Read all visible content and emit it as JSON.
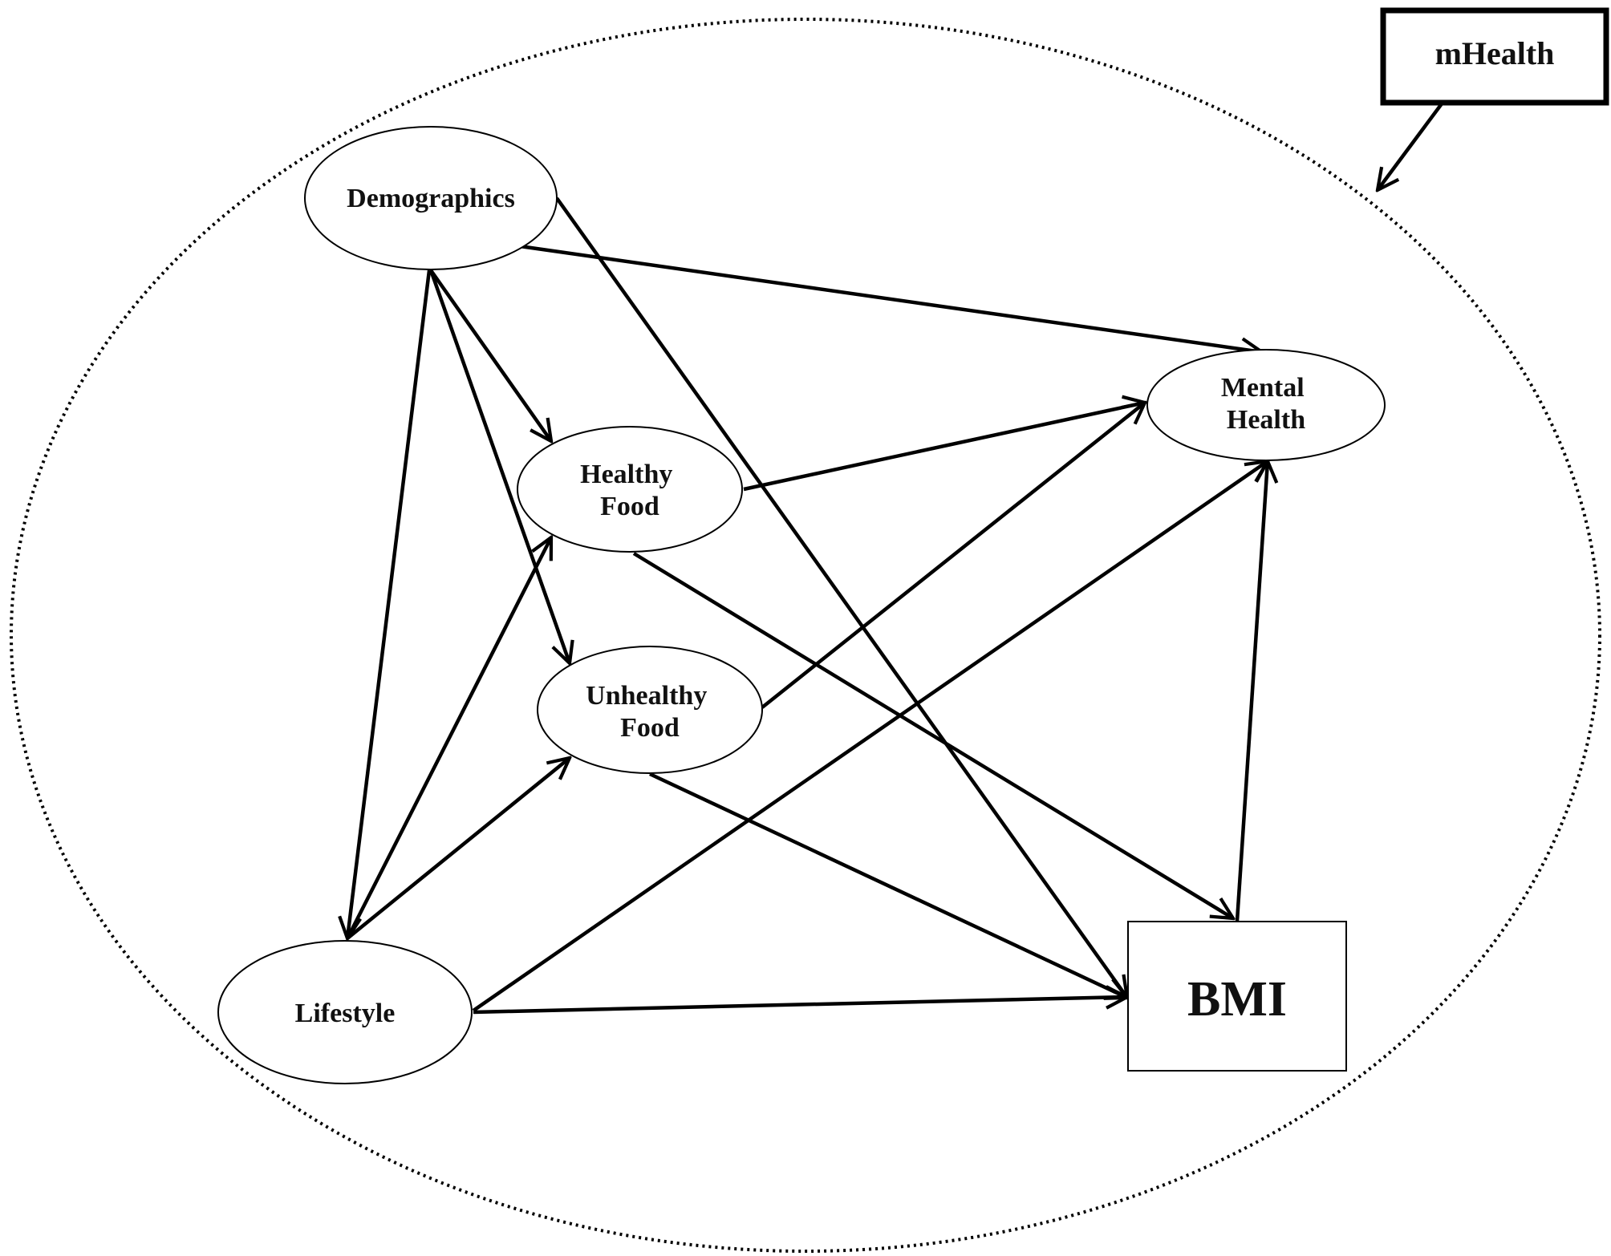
{
  "diagram": {
    "boundary_label": "mHealth",
    "nodes": {
      "demographics": {
        "lines": [
          "Demographics"
        ]
      },
      "healthy_food": {
        "lines": [
          "Healthy",
          "Food"
        ]
      },
      "unhealthy_food": {
        "lines": [
          "Unhealthy",
          "Food"
        ]
      },
      "mental_health": {
        "lines": [
          "Mental",
          "Health"
        ]
      },
      "lifestyle": {
        "lines": [
          "Lifestyle"
        ]
      },
      "bmi": {
        "lines": [
          "BMI"
        ]
      }
    },
    "edges": [
      {
        "from": "Demographics",
        "to": "Healthy Food"
      },
      {
        "from": "Demographics",
        "to": "Unhealthy Food"
      },
      {
        "from": "Demographics",
        "to": "Lifestyle"
      },
      {
        "from": "Demographics",
        "to": "Mental Health"
      },
      {
        "from": "Demographics",
        "to": "BMI"
      },
      {
        "from": "Lifestyle",
        "to": "Healthy Food"
      },
      {
        "from": "Lifestyle",
        "to": "Unhealthy Food"
      },
      {
        "from": "Lifestyle",
        "to": "Mental Health"
      },
      {
        "from": "Lifestyle",
        "to": "BMI"
      },
      {
        "from": "Healthy Food",
        "to": "Mental Health"
      },
      {
        "from": "Healthy Food",
        "to": "BMI"
      },
      {
        "from": "Unhealthy Food",
        "to": "Mental Health"
      },
      {
        "from": "Unhealthy Food",
        "to": "BMI"
      },
      {
        "from": "BMI",
        "to": "Mental Health"
      },
      {
        "from": "mHealth",
        "to": "boundary"
      }
    ]
  }
}
